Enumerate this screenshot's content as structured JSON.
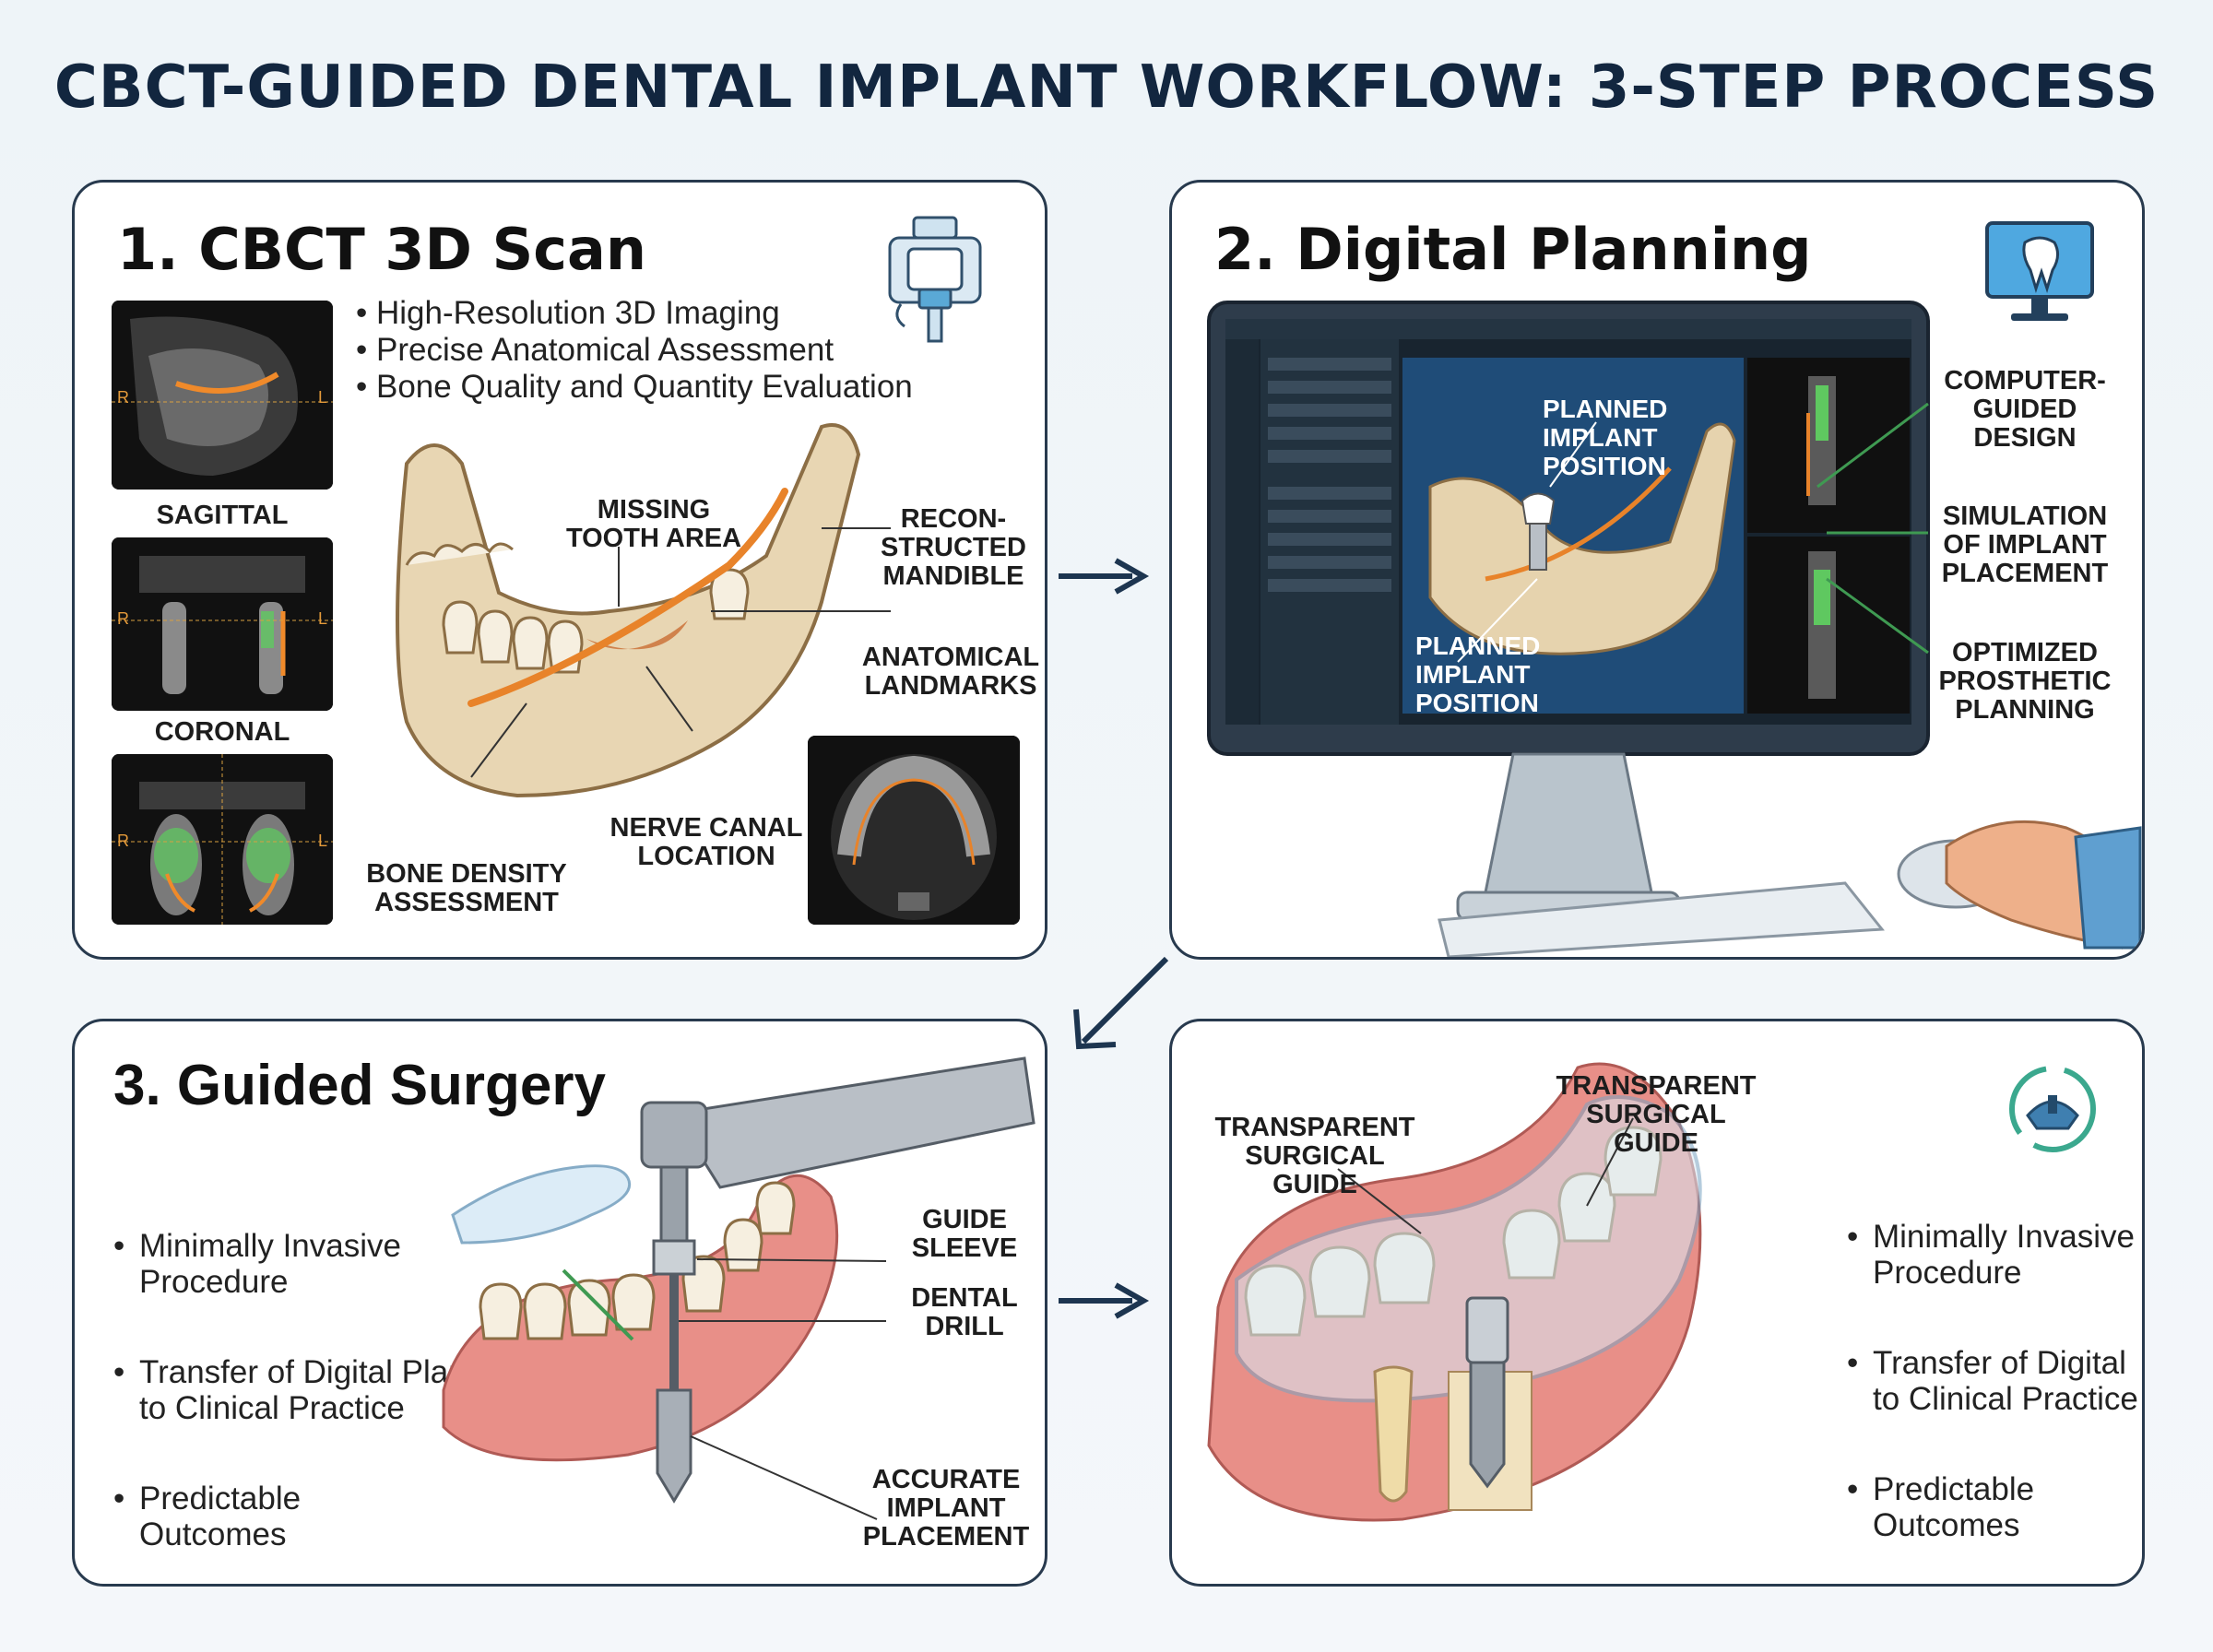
{
  "title": "CBCT-GUIDED DENTAL IMPLANT WORKFLOW: 3-STEP PROCESS",
  "step1": {
    "heading": "1. CBCT 3D Scan",
    "bullets": [
      "High-Resolution 3D Imaging",
      "Precise Anatomical Assessment",
      "Bone Quality and Quantity Evaluation"
    ],
    "scan_views": [
      "SAGITTAL",
      "CORONAL"
    ],
    "scan_markers": {
      "r": "R",
      "l": "L"
    },
    "labels": {
      "missing_tooth": "MISSING\nTOOTH AREA",
      "mandible": "RECON-\nSTRUCTED\nMANDIBLE",
      "landmarks": "ANATOMICAL\nLANDMARKS",
      "nerve": "NERVE CANAL\nLOCATION",
      "bone_density": "BONE DENSITY\nASSESSMENT"
    }
  },
  "step2": {
    "heading": "2. Digital Planning",
    "screen_label_top": "PLANNED\nIMPLANT\nPOSITION",
    "screen_label_bottom": "PLANNED\nIMPLANT\nPOSITION",
    "labels": {
      "computer_guided": "COMPUTER-\nGUIDED\nDESIGN",
      "simulation": "SIMULATION\nOF IMPLANT\nPLACEMENT",
      "optimized": "OPTIMIZED\nPROSTHETIC\nPLANNING"
    }
  },
  "step3": {
    "heading": "3. Guided Surgery",
    "bullets": [
      "Minimally Invasive\nProcedure",
      "Transfer of Digital Plan\nto Clinical Practice",
      "Predictable\nOutcomes"
    ],
    "labels": {
      "guide_sleeve": "GUIDE\nSLEEVE",
      "dental_drill": "DENTAL\nDRILL",
      "accurate": "ACCURATE\nIMPLANT\nPLACEMENT"
    }
  },
  "step4": {
    "bullets": [
      "Minimally Invasive\nProcedure",
      "Transfer of Digital\nto Clinical Practice",
      "Predictable\nOutcomes"
    ],
    "labels": {
      "guide_left": "TRANSPARENT\nSURGICAL GUIDE",
      "guide_right": "TRANSPARENT\nSURGICAL GUIDE"
    }
  },
  "colors": {
    "navy": "#12263f",
    "nerve_orange": "#e8832a",
    "gum_pink": "#e88f88",
    "bone": "#e6d3ae",
    "green_highlight": "#5fc860"
  },
  "icons": [
    "cbct-scanner-icon",
    "monitor-tooth-icon",
    "recycle-guide-icon"
  ]
}
